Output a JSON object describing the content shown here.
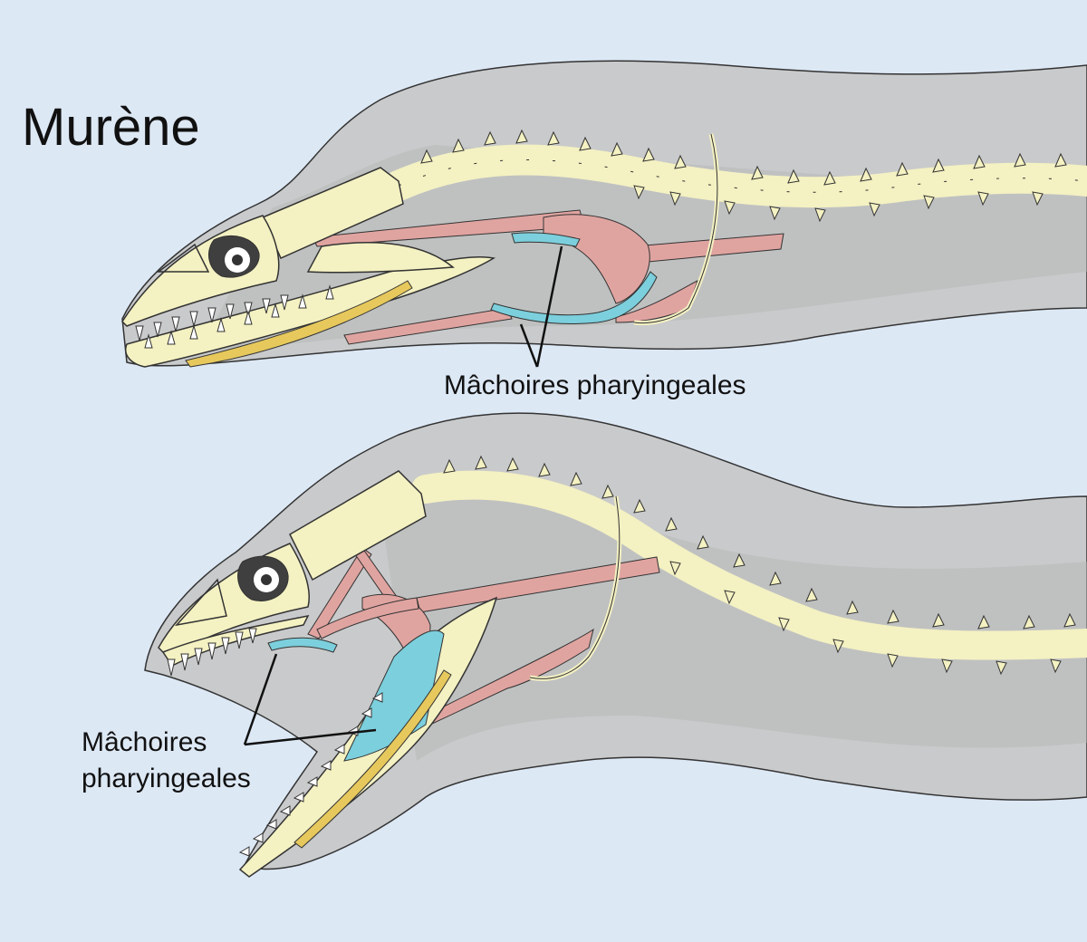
{
  "title": "Murène",
  "labels": {
    "closed_mouth": "Mâchoires pharyingeales",
    "open_mouth_line1": "Mâchoires",
    "open_mouth_line2": "pharyingeales"
  },
  "colors": {
    "background": "#dde8f5",
    "body": "#c9cacb",
    "body_dark": "#b6b7b8",
    "bone": "#f4f1c2",
    "muscle": "#e0a4a0",
    "pharyngeal_jaw": "#7ccfdc",
    "cartilage": "#e6c85c",
    "eye": "#3f3f3f"
  }
}
